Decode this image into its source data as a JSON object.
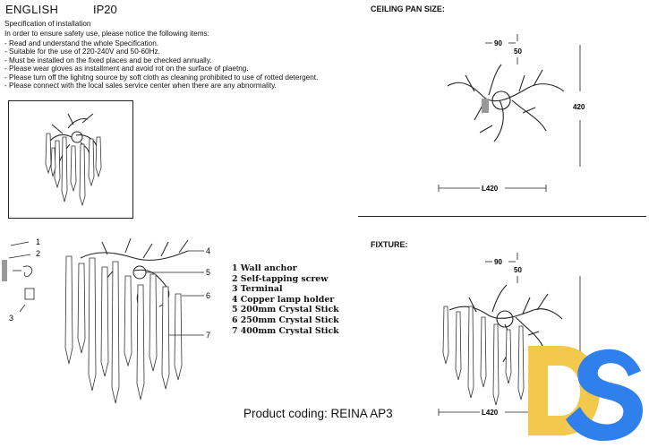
{
  "header": {
    "language": "ENGLISH",
    "rating": "IP20"
  },
  "spec": {
    "title": "Specification of installation",
    "intro": "In order to ensure safety use, please notice the following items:",
    "rules": [
      "- Read and understand the whole Specification.",
      "- Suitable for the use of 220-240V and 50-60Hz.",
      "- Must be installed on the fixed places and be checked annually.",
      "- Please wear gloves as installment and avoid rot on the surface of plaetng.",
      "- Please turn off the lighitng source by soft cloth as cleaning prohibited to use of rotted detergent.",
      "- Please connect with the local sales service center when there are any abnormality."
    ]
  },
  "ceiling": {
    "title": "CEILING PAN SIZE:",
    "dim_pan": "90",
    "dim_depth": "50",
    "dim_height": "420",
    "dim_length": "L420"
  },
  "fixture": {
    "title": "FIXTURE:",
    "dim_pan": "90",
    "dim_depth": "50",
    "dim_length": "L420"
  },
  "callouts": [
    "1",
    "2",
    "3",
    "4",
    "5",
    "6",
    "7"
  ],
  "parts": [
    "1  Wall anchor",
    "2  Self-tapping screw",
    "3  Terminal",
    "4   Copper lamp holder",
    "5  200mm Crystal Stick",
    "6  250mm Crystal Stick",
    "7  400mm Crystal Stick"
  ],
  "footer": {
    "product_coding": "Product coding: REINA AP3"
  },
  "logo": {
    "text": "DS",
    "colors": {
      "d": "#f2c94c",
      "s": "#2f80ed"
    }
  }
}
